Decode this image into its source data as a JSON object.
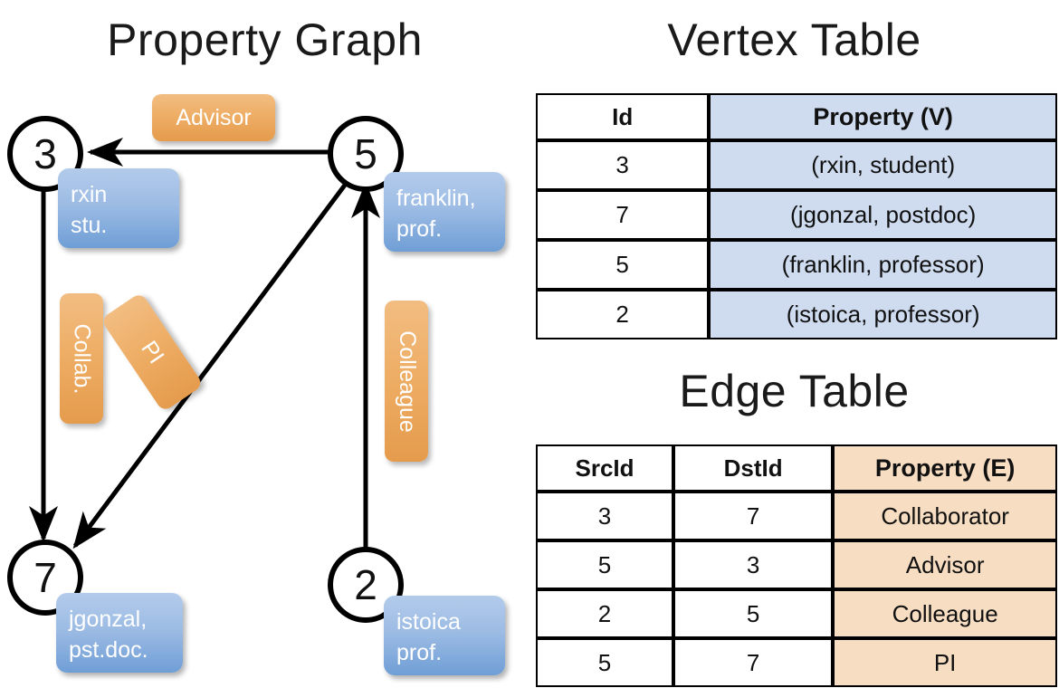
{
  "titles": {
    "property_graph": "Property Graph",
    "vertex_table": "Vertex Table",
    "edge_table": "Edge Table"
  },
  "colors": {
    "vertex_property_fill": "#cfdcf0",
    "edge_property_fill": "#f7ddc2",
    "node_box_blue": "#9dbce4",
    "edge_label_orange": "#eeae66",
    "stroke": "#000000"
  },
  "graph": {
    "vertices": [
      {
        "id": "3",
        "property_line1": "rxin",
        "property_line2": "stu."
      },
      {
        "id": "5",
        "property_line1": "franklin,",
        "property_line2": "prof."
      },
      {
        "id": "7",
        "property_line1": "jgonzal,",
        "property_line2": "pst.doc."
      },
      {
        "id": "2",
        "property_line1": "istoica",
        "property_line2": "prof."
      }
    ],
    "edge_labels": [
      {
        "text": "Advisor",
        "orientation": "horizontal"
      },
      {
        "text": "Collab.",
        "orientation": "vertical"
      },
      {
        "text": "PI",
        "orientation": "rotated"
      },
      {
        "text": "Colleague",
        "orientation": "vertical"
      }
    ]
  },
  "vertex_table": {
    "columns": [
      "Id",
      "Property (V)"
    ],
    "rows": [
      {
        "id": "3",
        "property": "(rxin, student)"
      },
      {
        "id": "7",
        "property": "(jgonzal, postdoc)"
      },
      {
        "id": "5",
        "property": "(franklin, professor)"
      },
      {
        "id": "2",
        "property": "(istoica, professor)"
      }
    ]
  },
  "edge_table": {
    "columns": [
      "SrcId",
      "DstId",
      "Property (E)"
    ],
    "rows": [
      {
        "src": "3",
        "dst": "7",
        "property": "Collaborator"
      },
      {
        "src": "5",
        "dst": "3",
        "property": "Advisor"
      },
      {
        "src": "2",
        "dst": "5",
        "property": "Colleague"
      },
      {
        "src": "5",
        "dst": "7",
        "property": "PI"
      }
    ]
  }
}
